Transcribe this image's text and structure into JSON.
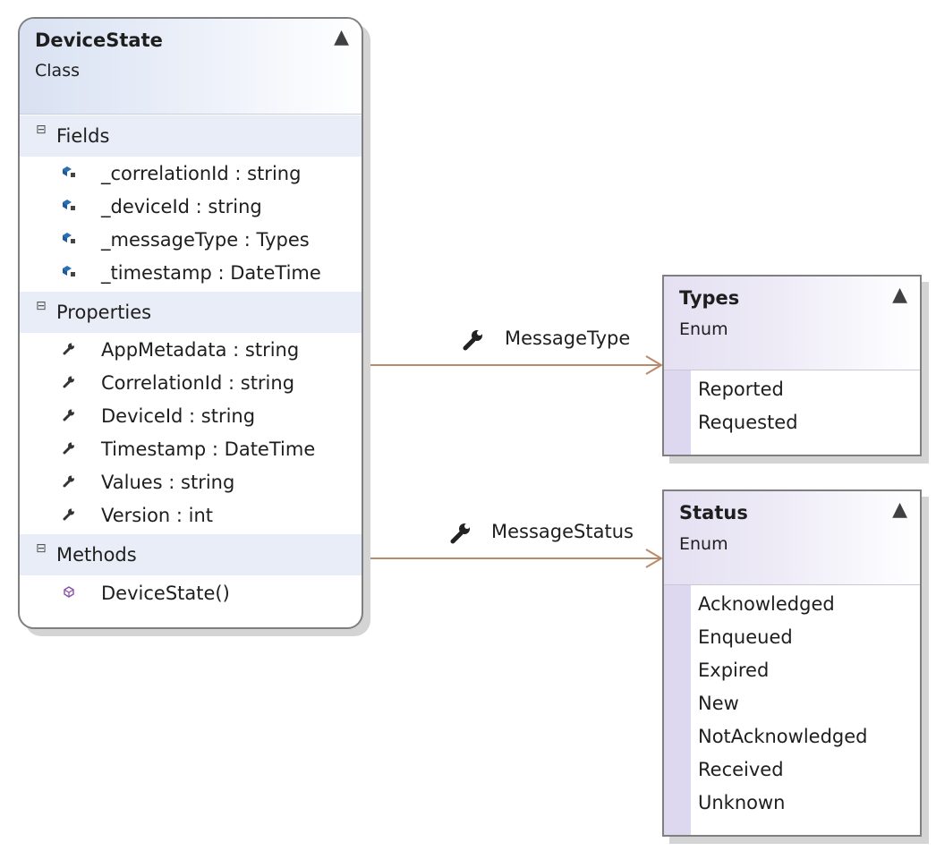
{
  "class": {
    "name": "DeviceState",
    "stereotype": "Class",
    "sections": [
      {
        "title": "Fields",
        "members": [
          "_correlationId : string",
          "_deviceId : string",
          "_messageType : Types",
          "_timestamp : DateTime"
        ]
      },
      {
        "title": "Properties",
        "members": [
          "AppMetadata : string",
          "CorrelationId : string",
          "DeviceId : string",
          "Timestamp : DateTime",
          "Values : string",
          "Version : int"
        ]
      },
      {
        "title": "Methods",
        "members": [
          "DeviceState()"
        ]
      }
    ]
  },
  "enums": [
    {
      "name": "Types",
      "stereotype": "Enum",
      "values": [
        "Reported",
        "Requested"
      ]
    },
    {
      "name": "Status",
      "stereotype": "Enum",
      "values": [
        "Acknowledged",
        "Enqueued",
        "Expired",
        "New",
        "NotAcknowledged",
        "Received",
        "Unknown"
      ]
    }
  ],
  "associations": [
    {
      "label": "MessageType",
      "target": "Types"
    },
    {
      "label": "MessageStatus",
      "target": "Status"
    }
  ],
  "icons": {
    "field": "field-lock-icon",
    "property": "wrench-icon",
    "method": "method-cube-icon",
    "collapse": "double-chevron-up-icon",
    "section": "section-minus-icon"
  },
  "colors": {
    "connector": "#b98a6a",
    "border": "#7f7f7f",
    "class_header": "#d9e1f2",
    "enum_header": "#e4e0f2",
    "section_band": "#e8edf7",
    "field_icon": "#2b6fb3",
    "method_icon": "#8a4fa8"
  }
}
